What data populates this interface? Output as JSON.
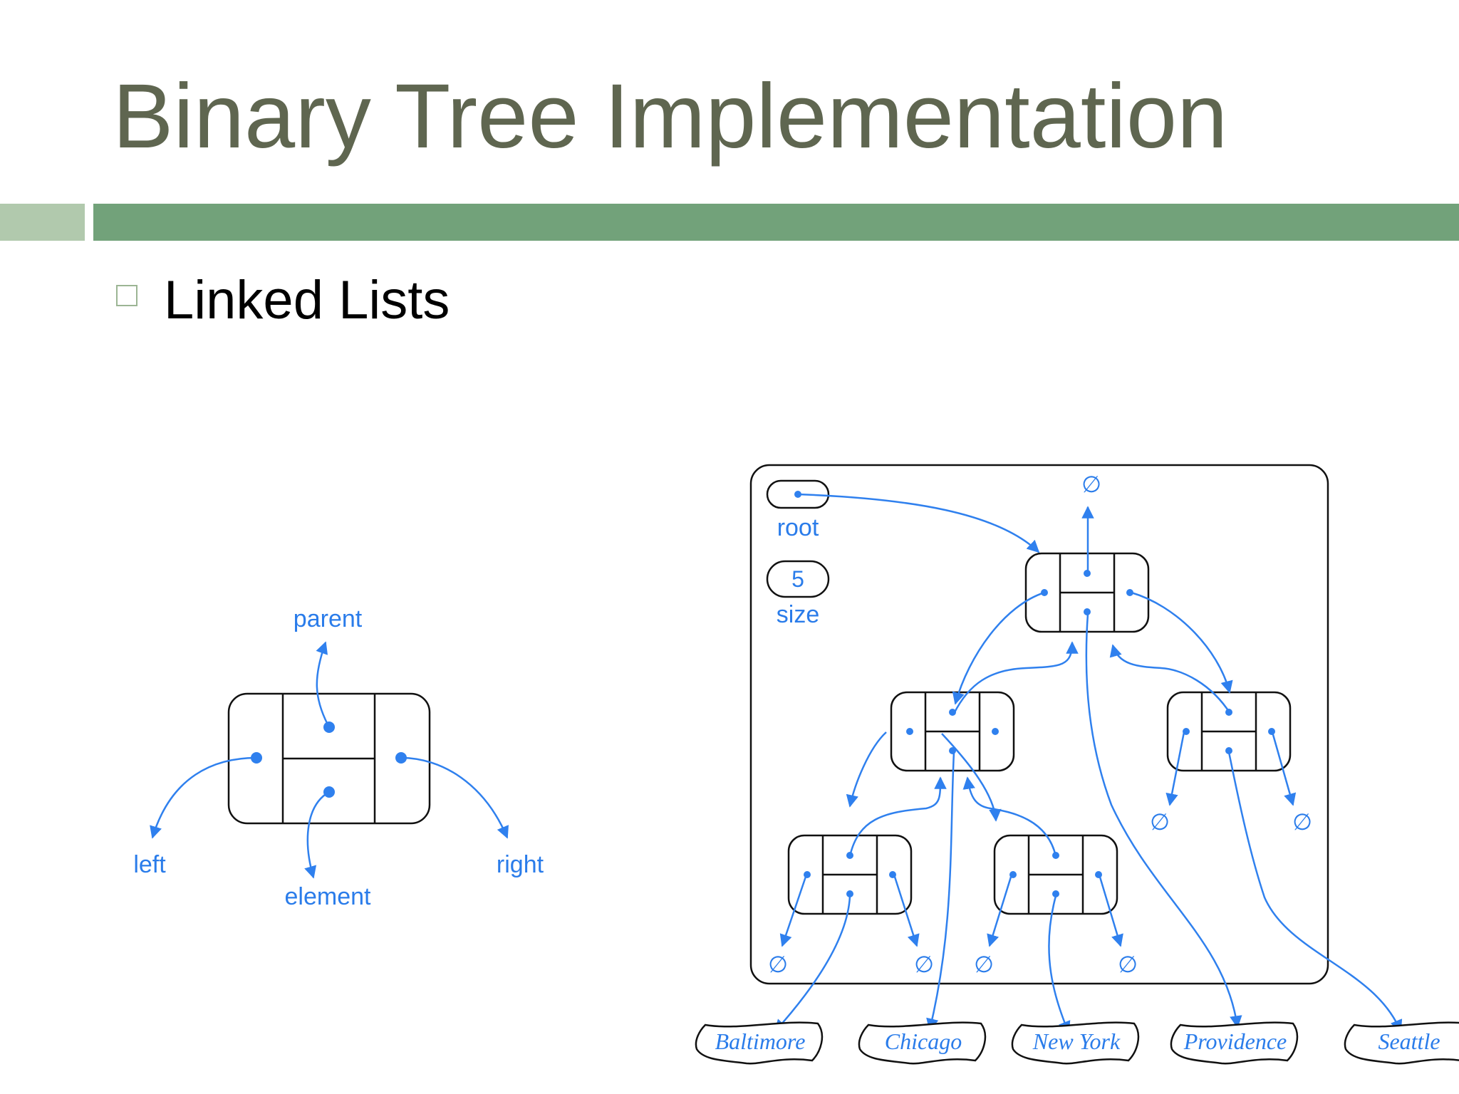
{
  "title": "Binary Tree Implementation",
  "bullet": "Linked Lists",
  "node_diagram": {
    "labels": {
      "parent": "parent",
      "left": "left",
      "element": "element",
      "right": "right"
    }
  },
  "tree_diagram": {
    "root_label": "root",
    "size_value": "5",
    "size_label": "size",
    "null_symbol": "∅",
    "cities": [
      "Baltimore",
      "Chicago",
      "New York",
      "Providence",
      "Seattle"
    ]
  },
  "colors": {
    "title": "#5f6650",
    "accent": "#72a27a",
    "accent_light": "#b1c9ad",
    "diagram_blue": "#2a7cea"
  }
}
